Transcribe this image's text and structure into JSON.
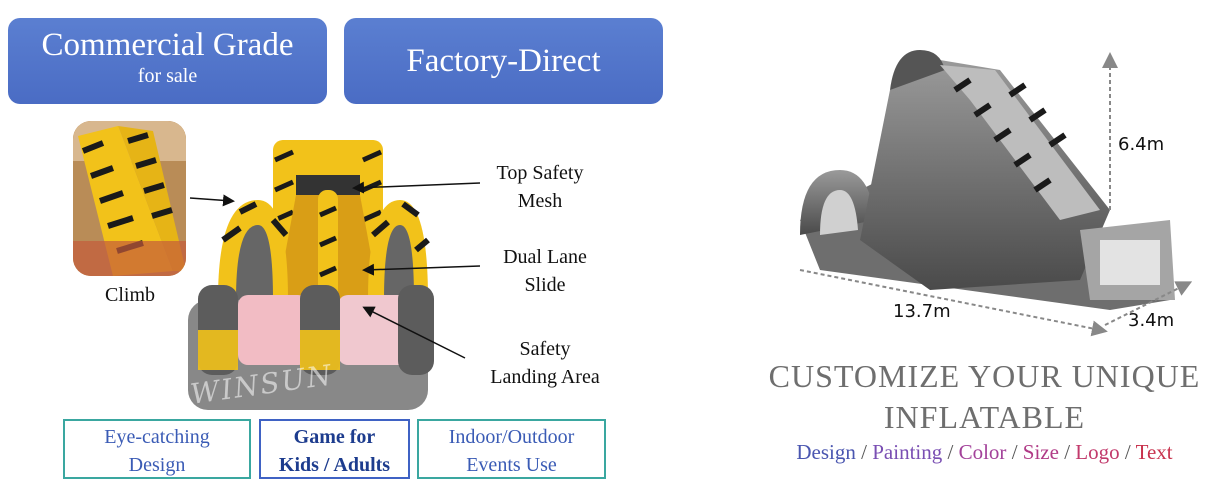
{
  "badges": {
    "commercial_title": "Commercial Grade",
    "commercial_sub": "for sale",
    "factory": "Factory-Direct"
  },
  "callouts": {
    "climb": "Climb",
    "top_safety_1": "Top Safety",
    "top_safety_2": "Mesh",
    "dual_lane_1": "Dual Lane",
    "dual_lane_2": "Slide",
    "landing_1": "Safety",
    "landing_2": "Landing Area"
  },
  "watermark": "WINSUN",
  "features": [
    {
      "line1": "Eye-catching",
      "line2": "Design"
    },
    {
      "line1": "Game for",
      "line2": "Kids / Adults"
    },
    {
      "line1": "Indoor/Outdoor",
      "line2": "Events Use"
    }
  ],
  "dimensions": {
    "height": "6.4m",
    "length": "13.7m",
    "width": "3.4m"
  },
  "customize": {
    "line1": "CUSTOMIZE YOUR UNIQUE",
    "line2": "INFLATABLE"
  },
  "options": [
    {
      "label": "Design",
      "color": "#4a56b0"
    },
    {
      "label": "Painting",
      "color": "#7a4fb3"
    },
    {
      "label": "Color",
      "color": "#a3429a"
    },
    {
      "label": "Size",
      "color": "#b03a86"
    },
    {
      "label": "Logo",
      "color": "#c23a6c"
    },
    {
      "label": "Text",
      "color": "#c8324d"
    }
  ],
  "colors": {
    "badge_blue": "#4a6cc4",
    "feature_border": "#3aa7a0",
    "slide_yellow": "#f2c21a",
    "stripe_black": "#1a1a1a"
  }
}
